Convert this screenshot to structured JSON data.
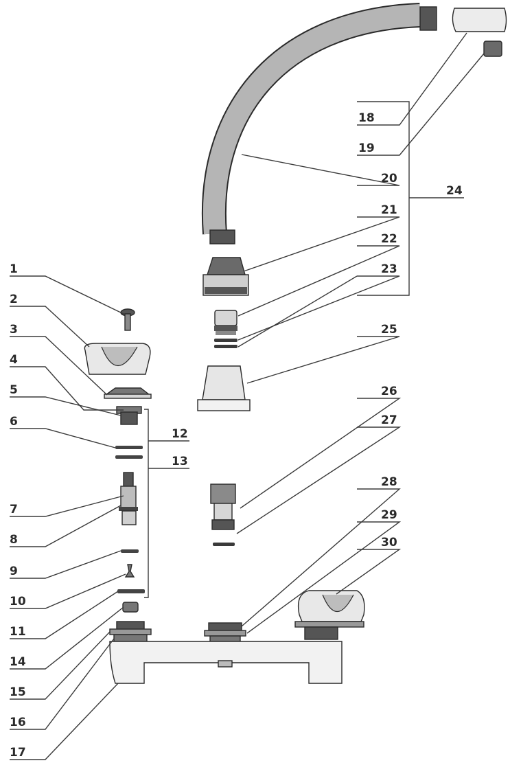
{
  "diagram": {
    "callouts": [
      {
        "id": "1",
        "label": "1"
      },
      {
        "id": "2",
        "label": "2"
      },
      {
        "id": "3",
        "label": "3"
      },
      {
        "id": "4",
        "label": "4"
      },
      {
        "id": "5",
        "label": "5"
      },
      {
        "id": "6",
        "label": "6"
      },
      {
        "id": "7",
        "label": "7"
      },
      {
        "id": "8",
        "label": "8"
      },
      {
        "id": "9",
        "label": "9"
      },
      {
        "id": "10",
        "label": "10"
      },
      {
        "id": "11",
        "label": "11"
      },
      {
        "id": "12",
        "label": "12"
      },
      {
        "id": "13",
        "label": "13"
      },
      {
        "id": "14",
        "label": "14"
      },
      {
        "id": "15",
        "label": "15"
      },
      {
        "id": "16",
        "label": "16"
      },
      {
        "id": "17",
        "label": "17"
      },
      {
        "id": "18",
        "label": "18"
      },
      {
        "id": "19",
        "label": "19"
      },
      {
        "id": "20",
        "label": "20"
      },
      {
        "id": "21",
        "label": "21"
      },
      {
        "id": "22",
        "label": "22"
      },
      {
        "id": "23",
        "label": "23"
      },
      {
        "id": "24",
        "label": "24"
      },
      {
        "id": "25",
        "label": "25"
      },
      {
        "id": "26",
        "label": "26"
      },
      {
        "id": "27",
        "label": "27"
      },
      {
        "id": "28",
        "label": "28"
      },
      {
        "id": "29",
        "label": "29"
      },
      {
        "id": "30",
        "label": "30"
      }
    ],
    "colors": {
      "ink": "#2a2a2a",
      "part_dark": "#555555",
      "part_mid": "#8a8a8a",
      "part_light": "#d6d6d6"
    }
  }
}
